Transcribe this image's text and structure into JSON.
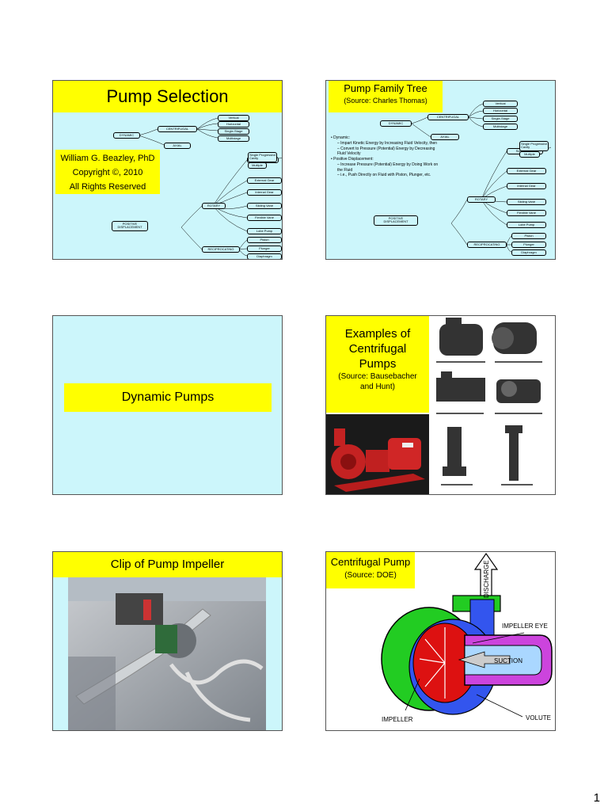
{
  "slides": {
    "s1": {
      "title": "Pump Selection",
      "author": "William G. Beazley, PhD",
      "copyright": "Copyright ©, 2010",
      "rights": "All Rights Reserved"
    },
    "s2": {
      "title": "Pump Family Tree",
      "source": "(Source: Charles Thomas)",
      "bullets": [
        {
          "text": "Dynamic:",
          "subs": [
            "Impart Kinetic Energy by Increasing Fluid Velocity, then",
            "Convert to Pressure (Potential) Energy by Decreasing Fluid Velocity"
          ]
        },
        {
          "text": "Positive Displacement:",
          "subs": [
            "Increase Pressure (Potential) Energy by Doing Work on the Fluid",
            "i.e., Push Directly on Fluid with Piston, Plunger, etc."
          ]
        }
      ]
    },
    "s3": {
      "title": "Dynamic Pumps"
    },
    "s4": {
      "title_l1": "Examples of",
      "title_l2": "Centrifugal",
      "title_l3": "Pumps",
      "source_l1": "(Source: Bausebacher",
      "source_l2": "and Hunt)"
    },
    "s5": {
      "title": "Clip of Pump Impeller"
    },
    "s6": {
      "title": "Centrifugal Pump",
      "source": "(Source: DOE)",
      "labels": {
        "discharge": "DISCHARGE",
        "impeller_eye": "IMPELLER EYE",
        "suction": "SUCTION",
        "volute": "VOLUTE",
        "impeller": "IMPELLER"
      }
    }
  },
  "tree": {
    "dynamic": "DYNAMIC",
    "centrifugal": "CENTRIFUGAL",
    "axial": "AXIAL",
    "vertical": "Vertical",
    "horizontal": "Horizontal",
    "single_stage": "Single-Stage",
    "multistage": "Multistage",
    "screw_pump": "Screw Pump",
    "single_progressive": "Single Progressive",
    "cavity": "Cavity",
    "multiple": "Multiple",
    "external_gear": "External Gear",
    "internal_gear": "Internal Gear",
    "rotary": "ROTARY",
    "sliding_vane": "Sliding Vane",
    "flexible_vane": "Flexible Vane",
    "positive": "POSITIVE",
    "displacement": "DISPLACEMENT",
    "lobe_pump": "Lobe Pump",
    "reciprocating": "RECIPROCATING",
    "piston": "Piston",
    "plunger": "Plunger",
    "diaphragm": "Diaphragm"
  },
  "colors": {
    "slide_bg": "#ccf6fb",
    "title_bg": "#ffff00",
    "volute_green": "#22cc22",
    "impeller_red": "#dd1111",
    "water_blue": "#3355ee",
    "suction_purple": "#cc44dd"
  },
  "page_number": "1"
}
